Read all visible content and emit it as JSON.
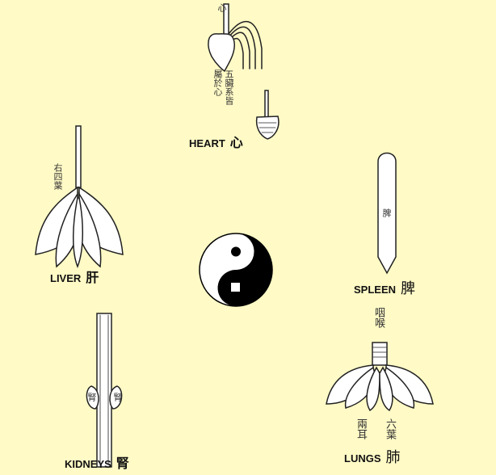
{
  "organs": {
    "heart": {
      "label": "HEART",
      "chinese": "心",
      "annotations": [
        "心",
        "五臟系皆",
        "屬於心"
      ]
    },
    "liver": {
      "label": "LIVER",
      "chinese": "肝",
      "annotations": [
        "右四葉"
      ]
    },
    "spleen": {
      "label": "SPLEEN",
      "chinese": "脾",
      "annotations": [
        "脾"
      ]
    },
    "kidneys": {
      "label": "KIDNEYS",
      "chinese": "腎",
      "annotations": [
        "腎",
        "腎"
      ]
    },
    "lungs": {
      "label": "LUNGS",
      "chinese": "肺",
      "annotations": [
        "咽喉",
        "兩耳",
        "六葉"
      ]
    }
  },
  "center_symbol": "yin-yang",
  "colors": {
    "background": "#FFFAC6",
    "ink": "#111111"
  }
}
